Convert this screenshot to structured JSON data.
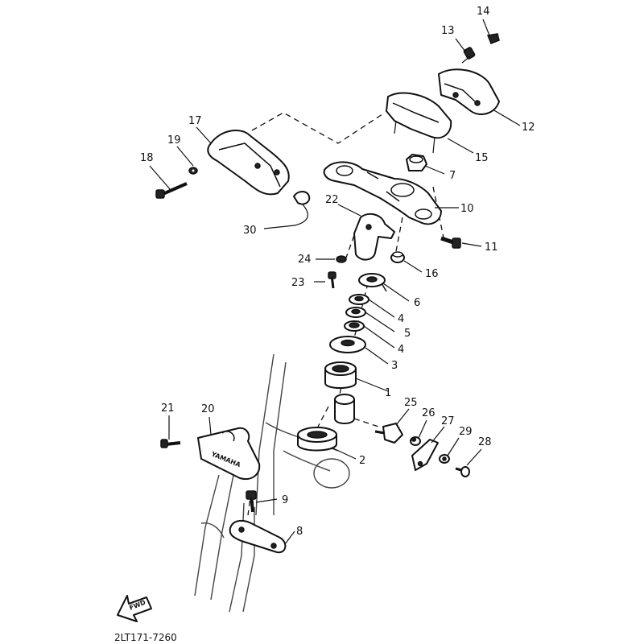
{
  "diagram": {
    "drawing_code": "2LT171-7260",
    "forward_label": "FWD",
    "brand_text": "YAMAHA"
  },
  "callouts": [
    "1",
    "2",
    "3",
    "4",
    "4",
    "5",
    "6",
    "7",
    "8",
    "9",
    "10",
    "11",
    "12",
    "13",
    "14",
    "15",
    "16",
    "17",
    "18",
    "19",
    "20",
    "21",
    "22",
    "23",
    "24",
    "25",
    "26",
    "27",
    "28",
    "29",
    "30"
  ]
}
